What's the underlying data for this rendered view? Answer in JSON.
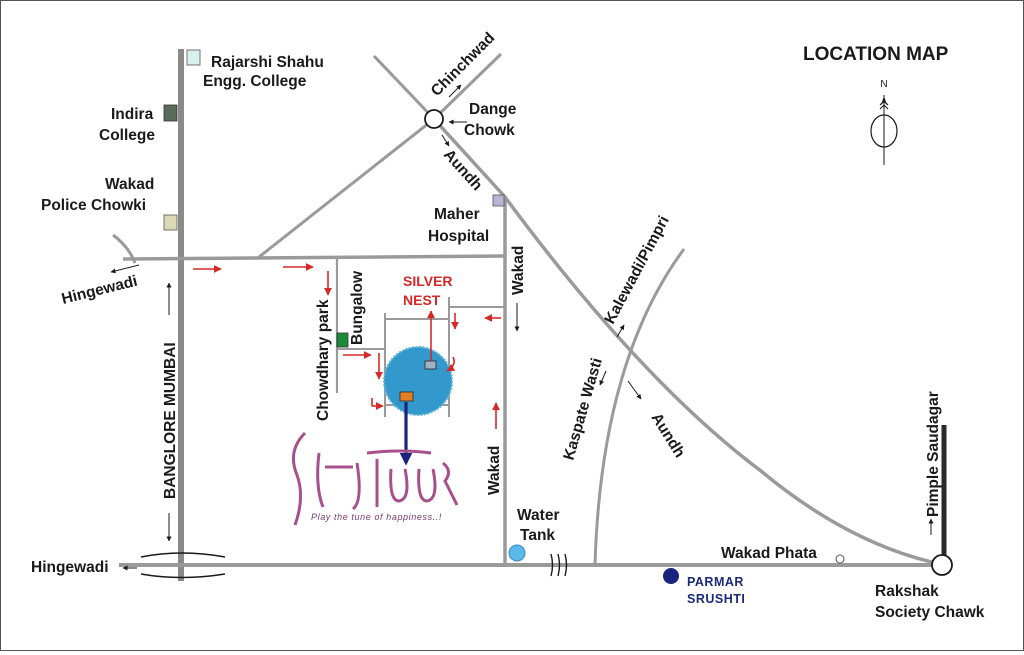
{
  "title": "LOCATION MAP",
  "north": "N",
  "colors": {
    "road": "#9a9a9a",
    "highway": "#8a8a8a",
    "red_arrow": "#d62828",
    "pond": "#3399cc",
    "site": "#e67e22",
    "navy": "#1a237e",
    "brand": "#a8508c"
  },
  "labels": {
    "rajarshi_1": "Rajarshi Shahu",
    "rajarshi_2": "Engg. College",
    "indira_1": "Indira",
    "indira_2": "College",
    "wakad_police_1": "Wakad",
    "wakad_police_2": "Police Chowki",
    "hingewadi_top": "Hingewadi",
    "hingewadi_bottom": "Hingewadi",
    "banglore_mumbai": "BANGLORE  MUMBAI",
    "chinchwad": "Chinchwad",
    "dange_1": "Dange",
    "dange_2": "Chowk",
    "aundh_top": "Aundh",
    "maher_1": "Maher",
    "maher_2": "Hospital",
    "wakad_top": "Wakad",
    "wakad_bottom": "Wakad",
    "silver_1": "SILVER",
    "silver_2": "NEST",
    "chowdhary_park": "Chowdhary park",
    "bungalow": "Bungalow",
    "kalewadi": "Kalewadi/Pimpri",
    "kaspate": "Kaspate Wasti",
    "aundh_right": "Aundh",
    "water_1": "Water",
    "water_2": "Tank",
    "parmar_1": "PARMAR",
    "parmar_2": "SRUSHTI",
    "wakad_phata": "Wakad Phata",
    "rakshak_1": "Rakshak",
    "rakshak_2": "Society Chawk",
    "pimple_saudagar": "Pimple Saudagar"
  },
  "brand": {
    "logo_text": "SANTOOR",
    "tagline": "Play the tune of happiness..!"
  },
  "icons": {
    "north": "compass-north-icon",
    "landmark": "square-marker-icon",
    "chowk": "circle-junction-icon",
    "water": "water-tank-icon"
  }
}
